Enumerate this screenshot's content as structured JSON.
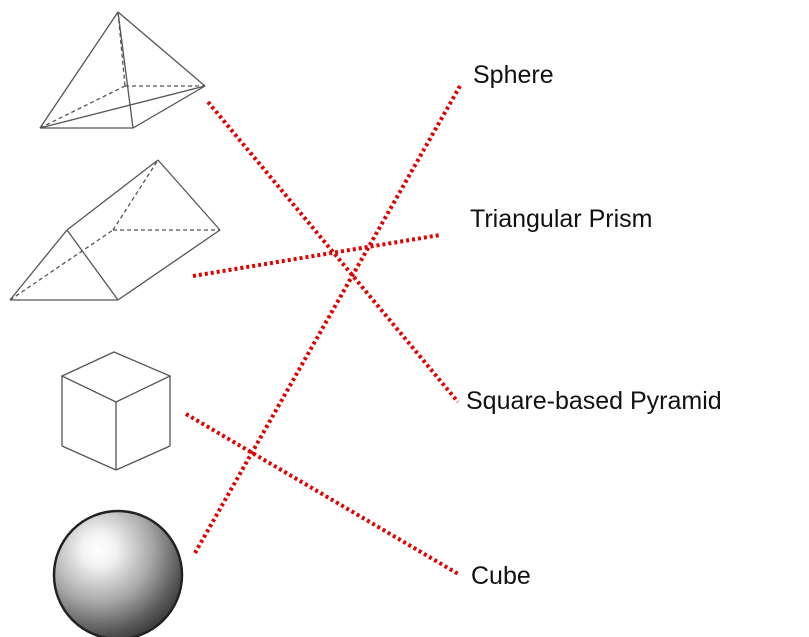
{
  "labels": {
    "sphere": "Sphere",
    "triangular_prism": "Triangular Prism",
    "square_based_pyramid": "Square-based Pyramid",
    "cube": "Cube"
  },
  "shapes": [
    "pyramid-shape",
    "triangular-prism-shape",
    "cube-shape",
    "sphere-shape"
  ],
  "matches": [
    {
      "from": "pyramid-shape",
      "to": "square_based_pyramid"
    },
    {
      "from": "triangular-prism-shape",
      "to": "triangular_prism"
    },
    {
      "from": "cube-shape",
      "to": "cube"
    },
    {
      "from": "sphere-shape",
      "to": "sphere"
    }
  ],
  "colors": {
    "match_line": "#e00000",
    "shape_stroke": "#555555",
    "text": "#111111"
  }
}
